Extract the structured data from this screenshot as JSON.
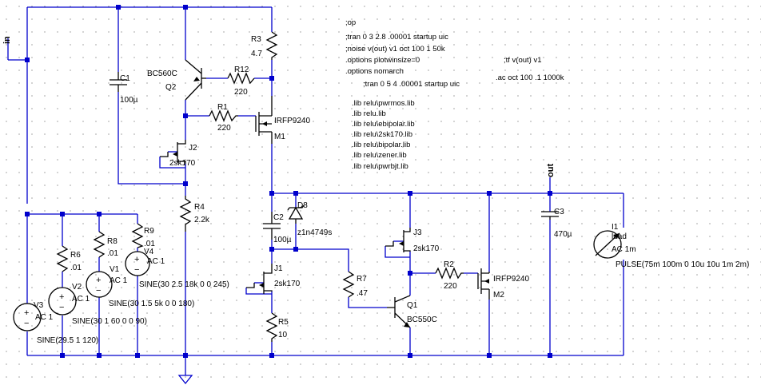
{
  "net_labels": {
    "input": "in",
    "output": "out"
  },
  "directives": [
    ";op",
    ";tran 0 3 2.8 .00001 startup uic",
    ";noise v(out) v1 oct 100 1 50k",
    ".options plotwinsize=0",
    ";tf v(out) v1",
    ".options nomarch",
    ";tran 0 5 4 .00001 startup uic",
    ".ac oct 100 .1 1000k"
  ],
  "libs": [
    ".lib relu\\pwrmos.lib",
    ".lib relu.lib",
    ".lib relu\\ebipolar.lib",
    ".lib relu\\2sk170.lib",
    ".lib relu\\bipolar.lib",
    ".lib relu\\zener.lib",
    ".lib relu\\pwrbjt.lib"
  ],
  "components": {
    "R3": {
      "name": "R3",
      "value": "4.7"
    },
    "R12": {
      "name": "R12",
      "value": "220"
    },
    "R1": {
      "name": "R1",
      "value": "220"
    },
    "R4": {
      "name": "R4",
      "value": "2.2k"
    },
    "R5": {
      "name": "R5",
      "value": "10"
    },
    "R6": {
      "name": "R6",
      "value": ".01"
    },
    "R8": {
      "name": "R8",
      "value": ".01"
    },
    "R9": {
      "name": "R9",
      "value": ".01"
    },
    "R7": {
      "name": "R7",
      "value": ".47"
    },
    "R2": {
      "name": "R2",
      "value": "220"
    },
    "C1": {
      "name": "C1",
      "value": "100µ"
    },
    "C2": {
      "name": "C2",
      "value": "100µ"
    },
    "C3": {
      "name": "C3",
      "value": "470µ"
    },
    "Q2": {
      "name": "Q2",
      "model": "BC560C"
    },
    "Q1": {
      "name": "Q1",
      "model": "BC550C"
    },
    "M1": {
      "name": "M1",
      "model": "IRFP9240"
    },
    "M2": {
      "name": "M2",
      "model": "IRFP9240"
    },
    "J1": {
      "name": "J1",
      "model": "2sk170"
    },
    "J2": {
      "name": "J2",
      "model": "2sk170"
    },
    "J3": {
      "name": "J3",
      "model": "2sk170"
    },
    "D8": {
      "name": "D8",
      "model": "z1n4749s"
    },
    "V1": {
      "name": "V1",
      "ac": "AC 1",
      "value": "SINE(30 1.5 5k 0 0 180)"
    },
    "V2": {
      "name": "V2",
      "ac": "AC 1",
      "value": "SINE(30 1 60 0 0 90)"
    },
    "V3": {
      "name": "V3",
      "ac": "AC 1",
      "value": "SINE(29.5 1 120)"
    },
    "V4": {
      "name": "V4",
      "ac": "AC 1",
      "value": "SINE(30 2.5 18k 0 0 245)"
    },
    "I1": {
      "name": "I1",
      "label": "load",
      "ac": "AC 1m",
      "value": "PULSE(75m 100m 0 10u 10u 1m 2m)"
    }
  },
  "colors": {
    "wire": "#0000cc",
    "component": "#000000",
    "background": "#ffffff",
    "grid_dot": "#555555"
  }
}
